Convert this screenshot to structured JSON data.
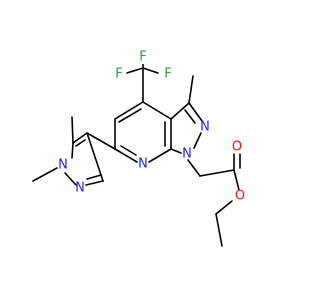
{
  "colors": {
    "carbon": "#000000",
    "nitrogen": "#2323ff",
    "oxygen": "#ff0d0d",
    "fluorine": "#2fa02f",
    "background": "#ffffff"
  },
  "atom_labels": {
    "f_top": "F",
    "f_left": "F",
    "f_right": "F",
    "n_pyrazole_top": "N",
    "n_pyrazole_bottom": "N",
    "n_pyridine": "N",
    "n1_core": "N",
    "n2_core": "N",
    "o_carbonyl": "O",
    "o_ester": "O"
  }
}
